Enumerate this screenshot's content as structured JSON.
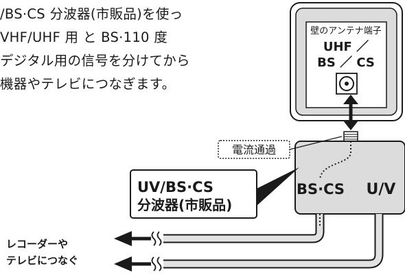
{
  "intro": {
    "lines": [
      "/BS·CS 分波器(市販品)を使っ",
      " VHF/UHF 用 と BS·110 度",
      "デジタル用の信号を分けてから",
      "機器やテレビにつなぎます。"
    ]
  },
  "wall_outlet": {
    "title": "壁のアンテナ端子",
    "line1": "UHF ／",
    "line2": "BS ／ CS"
  },
  "current_label": "電流通過",
  "splitter": {
    "callout_line1": "UV/BS·CS",
    "callout_line2": "分波器(市販品)",
    "port_bscs": "BS·CS",
    "port_uv": "U/V"
  },
  "destination": {
    "line1": "レコーダーや",
    "line2": "テレビにつなぐ"
  },
  "colors": {
    "line": "#1a1a1a",
    "wall_box": "#dcdcdc",
    "splitter_body": "#dcdcdc",
    "cable_fill": "#e2e2e2"
  }
}
